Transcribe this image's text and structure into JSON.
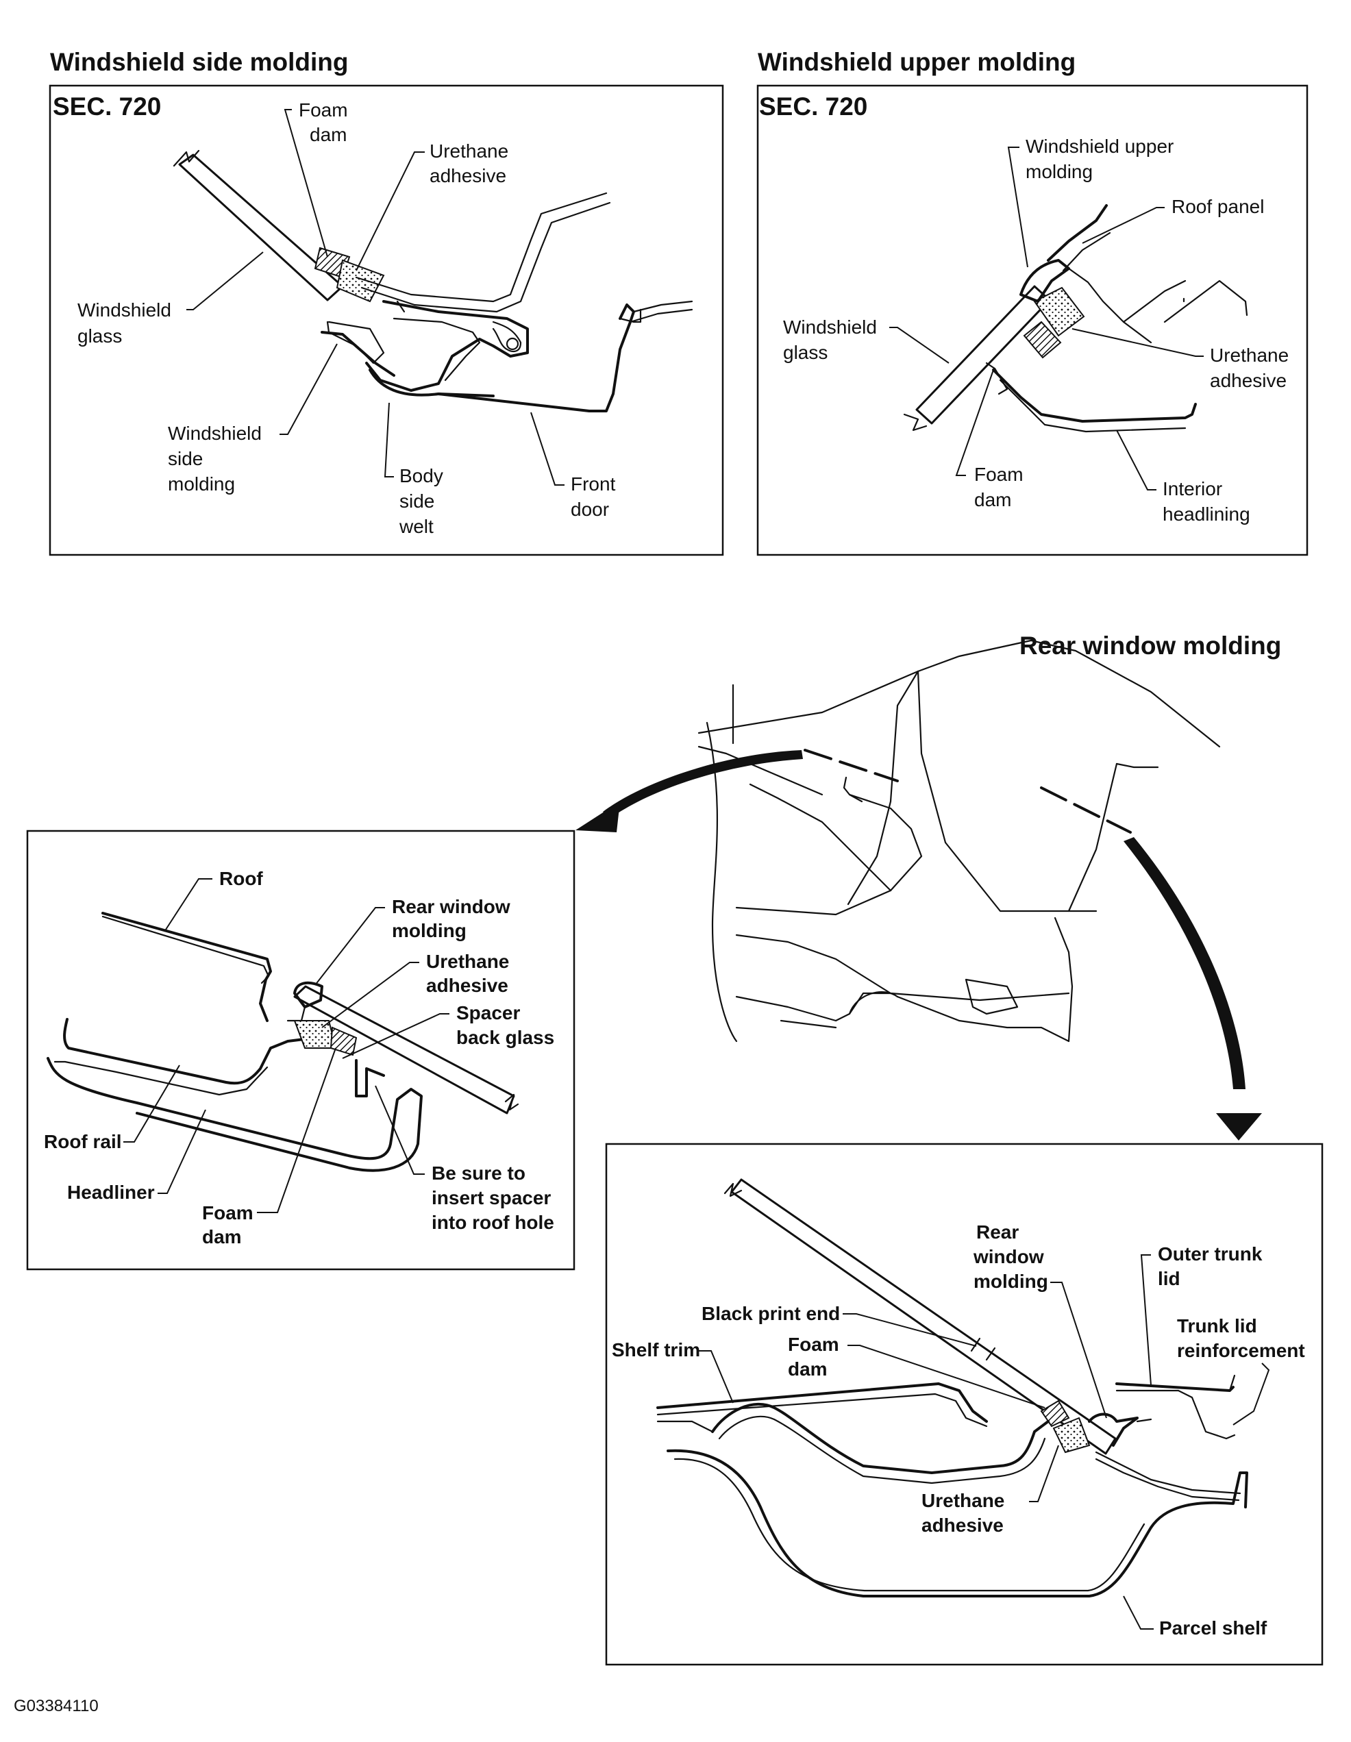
{
  "panels": {
    "side": {
      "title": "Windshield side molding",
      "sec": "SEC. 720",
      "labels": {
        "foam_dam": [
          "Foam",
          "dam"
        ],
        "urethane": [
          "Urethane",
          "adhesive"
        ],
        "glass": [
          "Windshield",
          "glass"
        ],
        "molding": [
          "Windshield",
          "side",
          "molding"
        ],
        "welt": [
          "Body",
          "side",
          "welt"
        ],
        "door": [
          "Front",
          "door"
        ]
      }
    },
    "upper": {
      "title": "Windshield upper molding",
      "sec": "SEC. 720",
      "labels": {
        "molding": [
          "Windshield upper",
          "molding"
        ],
        "roof_panel": [
          "Roof panel"
        ],
        "glass": [
          "Windshield",
          "glass"
        ],
        "urethane": [
          "Urethane",
          "adhesive"
        ],
        "foam_dam": [
          "Foam",
          "dam"
        ],
        "headlining": [
          "Interior",
          "headlining"
        ]
      }
    },
    "rear_title": "Rear window molding",
    "rear_upper": {
      "labels": {
        "roof": [
          "Roof"
        ],
        "molding": [
          "Rear window",
          "molding"
        ],
        "urethane": [
          "Urethane",
          "adhesive"
        ],
        "spacer": [
          "Spacer",
          "back glass"
        ],
        "roof_rail": [
          "Roof rail"
        ],
        "headliner": [
          "Headliner"
        ],
        "foam_dam": [
          "Foam",
          "dam"
        ],
        "note": [
          "Be sure to",
          "insert spacer",
          "into roof hole"
        ]
      }
    },
    "rear_lower": {
      "labels": {
        "molding": [
          "Rear",
          "window",
          "molding"
        ],
        "outer_lid": [
          "Outer trunk",
          "lid"
        ],
        "black_print": [
          "Black print end"
        ],
        "lid_reinf": [
          "Trunk lid",
          "reinforcement"
        ],
        "shelf_trim": [
          "Shelf trim"
        ],
        "foam_dam": [
          "Foam",
          "dam"
        ],
        "urethane": [
          "Urethane",
          "adhesive"
        ],
        "parcel_shelf": [
          "Parcel shelf"
        ]
      }
    }
  },
  "figure_code": "G03384110"
}
